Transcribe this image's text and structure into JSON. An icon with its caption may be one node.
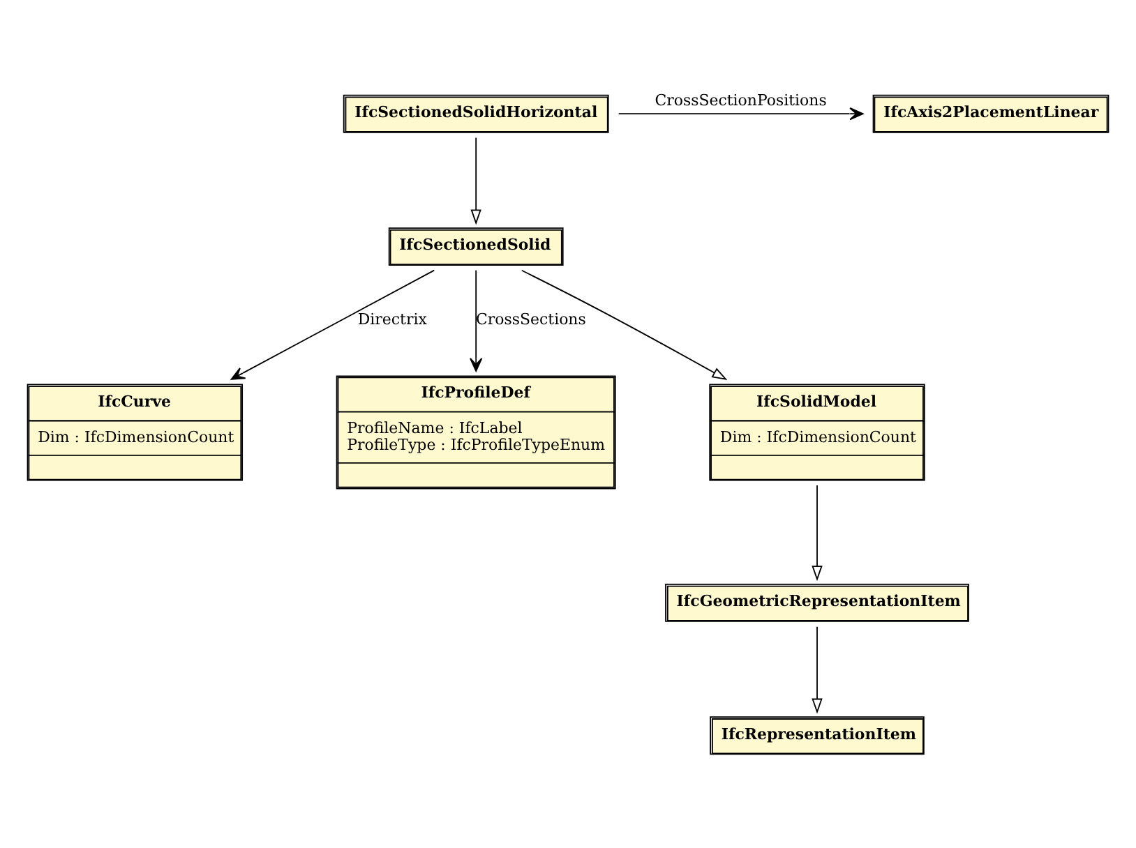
{
  "diagram": {
    "nodes": [
      {
        "text": [
          "IfcSectionedSolidHorizontal"
        ]
      },
      {
        "text": [
          "IfcAxis2PlacementLinear"
        ]
      },
      {
        "text": [
          "IfcCurve",
          "Dim : IfcDimensionCount"
        ]
      },
      {
        "text": [
          "IfcSectionedSolid"
        ]
      },
      {
        "text": [
          "IfcProfileDef",
          "ProfileName : IfcLabel",
          "ProfileType : IfcProfileTypeEnum"
        ]
      },
      {
        "text": [
          "IfcRepresentationItem"
        ]
      },
      {
        "text": [
          "IfcSolidModel",
          "Dim : IfcDimensionCount"
        ]
      },
      {
        "text": [
          "IfcGeometricRepresentationItem"
        ]
      }
    ],
    "edges": [
      {
        "from": 0,
        "to": 1,
        "arrow": "to",
        "label": "CrossSectionPositions"
      },
      {
        "from": 0,
        "to": 3,
        "arrow": "to"
      },
      {
        "from": 3,
        "to": 2,
        "arrow": "to",
        "label": "Directrix"
      },
      {
        "from": 3,
        "to": 4,
        "arrow": "to",
        "label": "CrossSections"
      },
      {
        "from": 3,
        "to": 6,
        "arrow": "to"
      },
      {
        "from": 6,
        "to": 7,
        "arrow": "to"
      },
      {
        "from": 7,
        "to": 5,
        "arrow": "to"
      }
    ]
  }
}
